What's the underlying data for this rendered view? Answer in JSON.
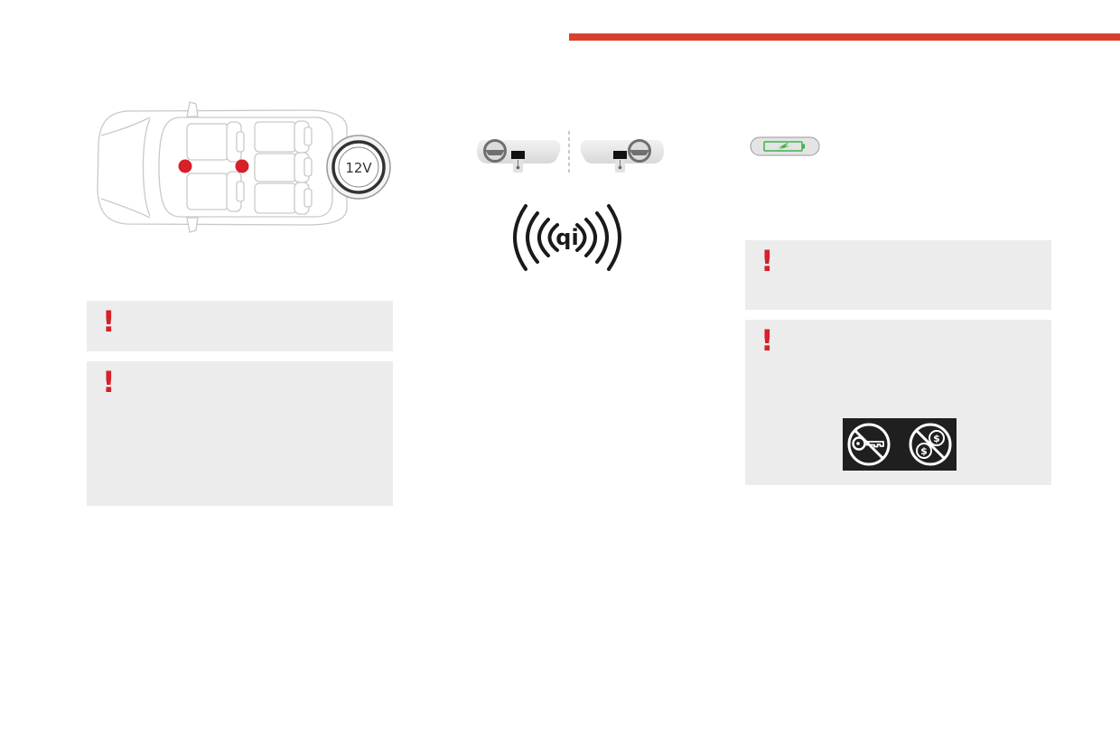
{
  "colors": {
    "accent": "#d9412c",
    "warning_mark": "#d6202a",
    "panel_background": "#ececec",
    "charge_indicator": "#3cb44b"
  },
  "car_diagram": {
    "socket_label": "12V",
    "icons": [
      "car-top-view-icon",
      "12v-socket-icon",
      "socket-location-marker"
    ]
  },
  "wireless_charging": {
    "logo_text": "qi",
    "icons": [
      "left-hand-drive-dashboard-icon",
      "right-hand-drive-dashboard-icon",
      "qi-wireless-charging-icon"
    ]
  },
  "charge_indicator": {
    "icon": "charging-battery-indicator-icon"
  },
  "warnings": [
    {
      "mark": "!",
      "icon": "warning-exclamation-icon"
    },
    {
      "mark": "!",
      "icon": "warning-exclamation-icon"
    },
    {
      "mark": "!",
      "icon": "warning-exclamation-icon"
    },
    {
      "mark": "!",
      "icon": "warning-exclamation-icon"
    }
  ],
  "prohibited_objects": {
    "coin_symbol": "$",
    "icons": [
      "no-keys-icon",
      "no-coins-icon"
    ]
  }
}
